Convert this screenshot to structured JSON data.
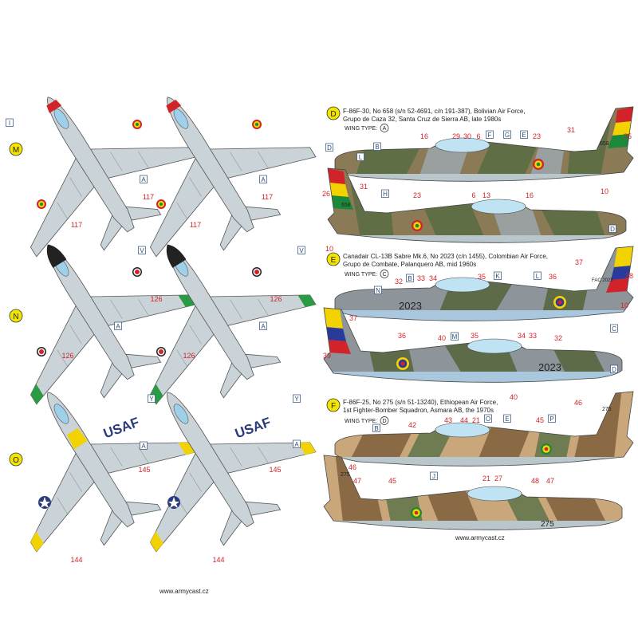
{
  "profiles": {
    "M": {
      "letter": "M"
    },
    "N": {
      "letter": "N"
    },
    "O": {
      "letter": "O",
      "wing_text": "USAF"
    },
    "D": {
      "letter": "D",
      "line1": "F-86F-30, No 658 (s/n 52-4691, c/n 191-387), Bolivian Air Force,",
      "line2": "Grupo de Caza 32, Santa Cruz de Sierra AB, late 1980s",
      "wing_type_label": "WING TYPE:",
      "wing_type": "A",
      "tail_number": "658"
    },
    "E": {
      "letter": "E",
      "line1": "Canadair CL-13B Sabre Mk.6, No 2023 (c/n 1455), Colombian Air Force,",
      "line2": "Grupo de Combate, Palanquero AB, mid 1960s",
      "wing_type_label": "WING TYPE:",
      "wing_type": "C",
      "fuselage_number": "2023",
      "tail_text": "FAC 2023"
    },
    "F": {
      "letter": "F",
      "line1": "F-86F-25, No 275 (s/n 51-13240), Ethiopean Air Force,",
      "line2": "1st Fighter-Bomber Squadron, Asmara AB, the 1970s",
      "wing_type_label": "WING TYPE:",
      "wing_type": "D",
      "tail_number": "275"
    }
  },
  "website": "www.armycast.cz",
  "callouts": [
    {
      "text": "I",
      "style": "box"
    },
    {
      "text": "A",
      "style": "box"
    },
    {
      "text": "117",
      "style": "red"
    },
    {
      "text": "117",
      "style": "red"
    },
    {
      "text": "A",
      "style": "box"
    },
    {
      "text": "117",
      "style": "red"
    },
    {
      "text": "117",
      "style": "red"
    },
    {
      "text": "V",
      "style": "box"
    },
    {
      "text": "A",
      "style": "box"
    },
    {
      "text": "126",
      "style": "red"
    },
    {
      "text": "126",
      "style": "red"
    },
    {
      "text": "V",
      "style": "box"
    },
    {
      "text": "A",
      "style": "box"
    },
    {
      "text": "126",
      "style": "red"
    },
    {
      "text": "126",
      "style": "red"
    },
    {
      "text": "Y",
      "style": "box"
    },
    {
      "text": "A",
      "style": "box"
    },
    {
      "text": "145",
      "style": "red"
    },
    {
      "text": "144",
      "style": "red"
    },
    {
      "text": "Y",
      "style": "box"
    },
    {
      "text": "A",
      "style": "box"
    },
    {
      "text": "145",
      "style": "red"
    },
    {
      "text": "144",
      "style": "red"
    },
    {
      "text": "16",
      "style": "red"
    },
    {
      "text": "29",
      "style": "red"
    },
    {
      "text": "30",
      "style": "red"
    },
    {
      "text": "6",
      "style": "red"
    },
    {
      "text": "F",
      "style": "box"
    },
    {
      "text": "G",
      "style": "box"
    },
    {
      "text": "E",
      "style": "box"
    },
    {
      "text": "23",
      "style": "red"
    },
    {
      "text": "31",
      "style": "red"
    },
    {
      "text": "25",
      "style": "red"
    },
    {
      "text": "D",
      "style": "box"
    },
    {
      "text": "B",
      "style": "box"
    },
    {
      "text": "L",
      "style": "box"
    },
    {
      "text": "10",
      "style": "red"
    },
    {
      "text": "26",
      "style": "red"
    },
    {
      "text": "31",
      "style": "red"
    },
    {
      "text": "H",
      "style": "box"
    },
    {
      "text": "23",
      "style": "red"
    },
    {
      "text": "6",
      "style": "red"
    },
    {
      "text": "13",
      "style": "red"
    },
    {
      "text": "16",
      "style": "red"
    },
    {
      "text": "10",
      "style": "red"
    },
    {
      "text": "D",
      "style": "box"
    },
    {
      "text": "37",
      "style": "red"
    },
    {
      "text": "38",
      "style": "red"
    },
    {
      "text": "32",
      "style": "red"
    },
    {
      "text": "B",
      "style": "box"
    },
    {
      "text": "33",
      "style": "red"
    },
    {
      "text": "34",
      "style": "red"
    },
    {
      "text": "35",
      "style": "red"
    },
    {
      "text": "K",
      "style": "box"
    },
    {
      "text": "L",
      "style": "box"
    },
    {
      "text": "36",
      "style": "red"
    },
    {
      "text": "10",
      "style": "red"
    },
    {
      "text": "C",
      "style": "box"
    },
    {
      "text": "N",
      "style": "box"
    },
    {
      "text": "39",
      "style": "red"
    },
    {
      "text": "37",
      "style": "red"
    },
    {
      "text": "36",
      "style": "red"
    },
    {
      "text": "40",
      "style": "red"
    },
    {
      "text": "M",
      "style": "box"
    },
    {
      "text": "35",
      "style": "red"
    },
    {
      "text": "34",
      "style": "red"
    },
    {
      "text": "33",
      "style": "red"
    },
    {
      "text": "32",
      "style": "red"
    },
    {
      "text": "40",
      "style": "red"
    },
    {
      "text": "D",
      "style": "box"
    },
    {
      "text": "46",
      "style": "red"
    },
    {
      "text": "B",
      "style": "box"
    },
    {
      "text": "42",
      "style": "red"
    },
    {
      "text": "43",
      "style": "red"
    },
    {
      "text": "44",
      "style": "red"
    },
    {
      "text": "21",
      "style": "red"
    },
    {
      "text": "O",
      "style": "box"
    },
    {
      "text": "E",
      "style": "box"
    },
    {
      "text": "45",
      "style": "red"
    },
    {
      "text": "P",
      "style": "box"
    },
    {
      "text": "J",
      "style": "box"
    },
    {
      "text": "46",
      "style": "red"
    },
    {
      "text": "47",
      "style": "red"
    },
    {
      "text": "45",
      "style": "red"
    },
    {
      "text": "21",
      "style": "red"
    },
    {
      "text": "27",
      "style": "red"
    },
    {
      "text": "48",
      "style": "red"
    },
    {
      "text": "47",
      "style": "red"
    }
  ],
  "colors": {
    "callout_red": "#d2232a",
    "callout_box": "#2a4d7a",
    "letter_badge": "#f2e600",
    "aircraft_grey": "#c9d3d8"
  }
}
